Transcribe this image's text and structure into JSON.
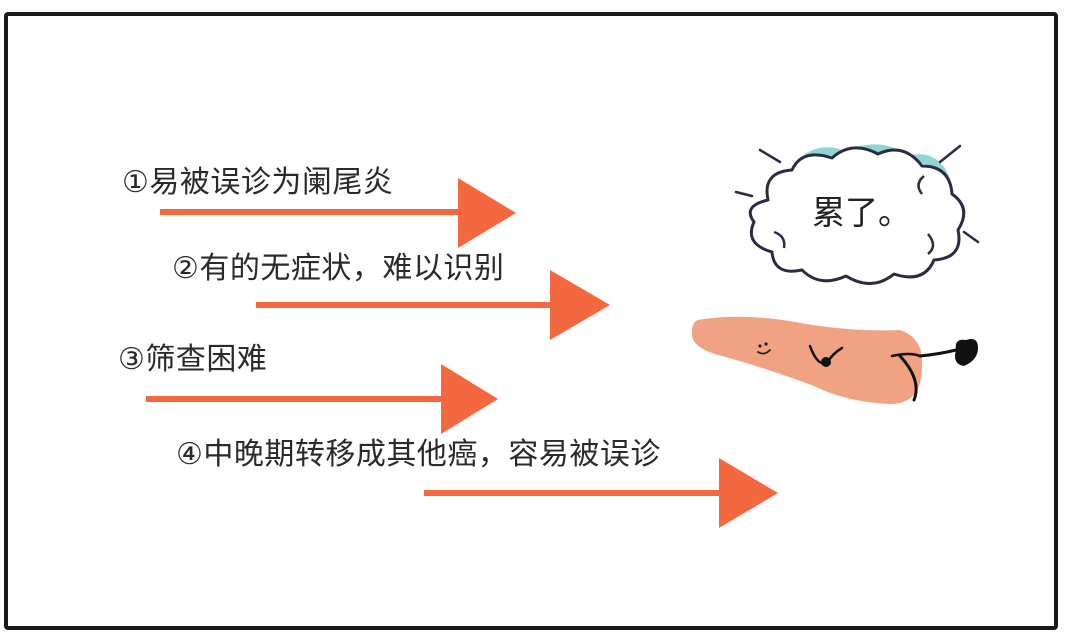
{
  "items": [
    {
      "label": "①易被误诊为阑尾炎"
    },
    {
      "label": "②有的无症状，难以识别"
    },
    {
      "label": "③筛查困难"
    },
    {
      "label": "④中晚期转移成其他癌，容易被误诊"
    }
  ],
  "bubble": {
    "text": "累了。"
  },
  "colors": {
    "arrow": "#f4683f",
    "appendix": "#ef9a78",
    "bubble_accent": "#8fd6d2"
  }
}
